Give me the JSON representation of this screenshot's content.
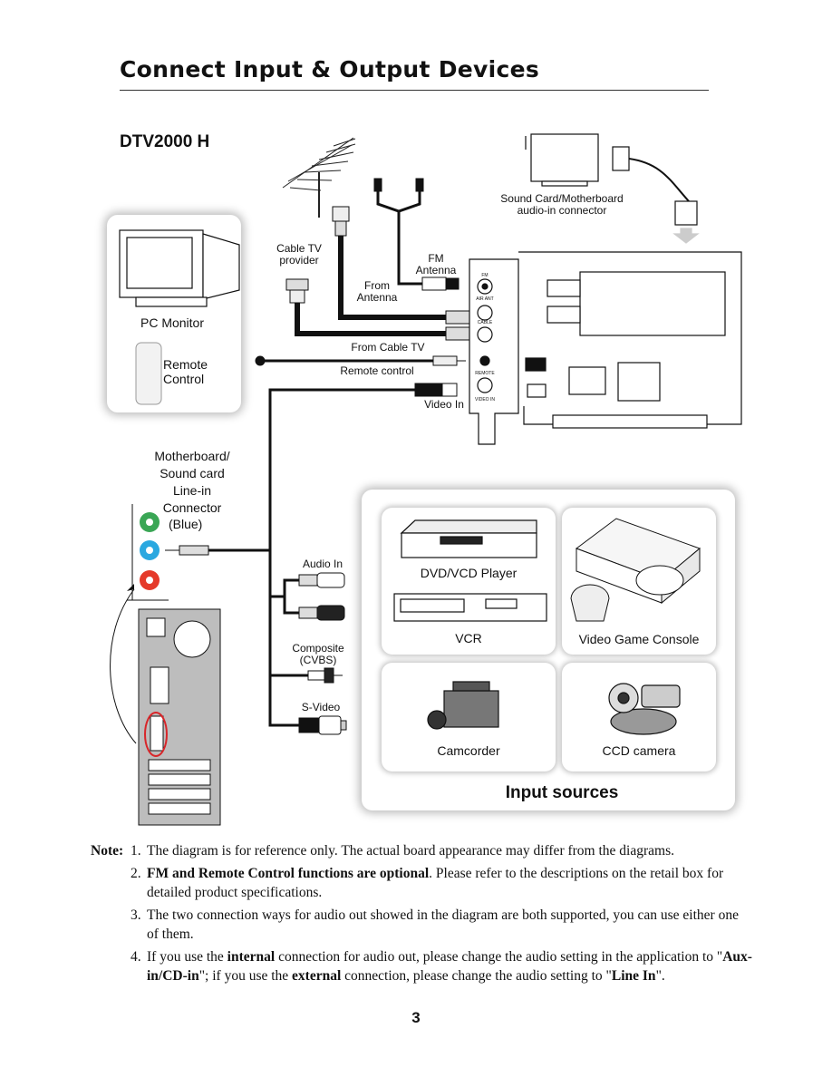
{
  "page": {
    "title": "Connect Input & Output Devices",
    "model": "DTV2000 H",
    "page_number": "3"
  },
  "diagram": {
    "sound_card": "Sound Card/Motherboard\naudio-in connector",
    "cable_tv_provider": "Cable TV\nprovider",
    "fm_antenna": "FM\nAntenna",
    "from_antenna": "From\nAntenna",
    "from_cable_tv": "From Cable TV",
    "remote_control_cable": "Remote control",
    "video_in": "Video In",
    "pc_monitor": "PC Monitor",
    "remote_control": "Remote\nControl",
    "line_in": "Motherboard/\nSound card\nLine-in\nConnector",
    "line_in_color": "(Blue)",
    "audio_in": "Audio In",
    "composite": "Composite\n(CVBS)",
    "s_video": "S-Video",
    "bracket_labels": {
      "fm": "FM",
      "air_ant": "AIR ANT",
      "cable": "CABLE",
      "remote": "REMOTE",
      "video_in": "VIDEO IN"
    }
  },
  "input_sources": {
    "heading": "Input sources",
    "devices": [
      {
        "label": "DVD/VCD Player",
        "icon": "dvd-player-icon"
      },
      {
        "label": "VCR",
        "icon": "vcr-icon"
      },
      {
        "label": "Video Game Console",
        "icon": "game-console-icon"
      },
      {
        "label": "Camcorder",
        "icon": "camcorder-icon"
      },
      {
        "label": "CCD camera",
        "icon": "ccd-camera-icon"
      }
    ]
  },
  "notes": {
    "lead": "Note:",
    "items": [
      {
        "num": "1.",
        "parts": [
          {
            "t": "The diagram is for reference only. The actual board appearance may differ from the diagrams.",
            "b": false
          }
        ]
      },
      {
        "num": "2.",
        "parts": [
          {
            "t": "FM and Remote Control functions are optional",
            "b": true
          },
          {
            "t": ". Please refer to the descriptions on the retail box for detailed product specifications.",
            "b": false
          }
        ]
      },
      {
        "num": "3.",
        "parts": [
          {
            "t": "The two connection ways for audio out showed in the diagram are both supported, you can use either one of them.",
            "b": false
          }
        ]
      },
      {
        "num": "4.",
        "parts": [
          {
            "t": "If you use the ",
            "b": false
          },
          {
            "t": "internal",
            "b": true
          },
          {
            "t": " connection for audio out, please change the audio setting in the application to \"",
            "b": false
          },
          {
            "t": "Aux-in/CD-in",
            "b": true
          },
          {
            "t": "\"; if you use the ",
            "b": false
          },
          {
            "t": "external",
            "b": true
          },
          {
            "t": " connection, please change the audio setting to \"",
            "b": false
          },
          {
            "t": "Line In",
            "b": true
          },
          {
            "t": "\".",
            "b": false
          }
        ]
      }
    ]
  },
  "colors": {
    "jack_green": "#3aa655",
    "jack_blue": "#2aa8e0",
    "jack_red": "#e53a2a",
    "highlight_red": "#d8262a"
  }
}
